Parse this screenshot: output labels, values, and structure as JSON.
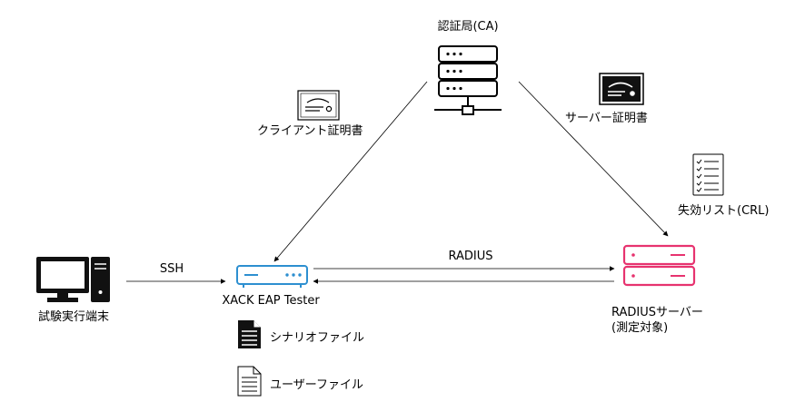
{
  "nodes": {
    "ca": {
      "label": "認証局(CA)"
    },
    "tester": {
      "label": "XACK EAP Tester"
    },
    "pc": {
      "label": "試験実行端末"
    },
    "radius_server": {
      "line1": "RADIUSサーバー",
      "line2": "(測定対象)"
    }
  },
  "certificates": {
    "client": "クライアント証明書",
    "server": "サーバー証明書",
    "crl": "失効リスト(CRL)"
  },
  "connections": {
    "ssh": "SSH",
    "radius": "RADIUS"
  },
  "files": {
    "scenario": "シナリオファイル",
    "user": "ユーザーファイル"
  },
  "colors": {
    "tester": "#2d8fd0",
    "radius_server": "#e7336f",
    "line": "#000000"
  },
  "icons": {
    "ca": "server-rack-icon",
    "tester": "network-appliance-icon",
    "pc": "desktop-computer-icon",
    "radius_server": "server-stack-icon",
    "client_cert": "certificate-icon",
    "server_cert": "certificate-icon",
    "crl": "checklist-document-icon",
    "scenario_file": "document-filled-icon",
    "user_file": "document-outline-icon"
  }
}
